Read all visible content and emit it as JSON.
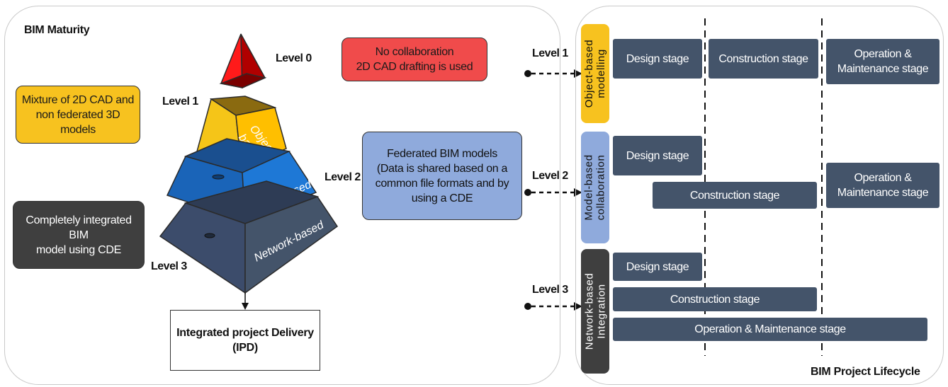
{
  "left_panel": {
    "title": "BIM Maturity",
    "levels": {
      "level0": "Level 0",
      "level1": "Level 1",
      "level2": "Level 2",
      "level3": "Level 3"
    },
    "pyramid": {
      "tier1": "Object based",
      "tier2": "Model-based",
      "tier3": "Network-based"
    },
    "boxes": {
      "no_collab": "No collaboration\n2D CAD drafting is used",
      "mixture": "Mixture of 2D CAD and\nnon federated 3D models",
      "federated": "Federated BIM models\n(Data is shared based on a\ncommon file formats and by\nusing a CDE",
      "integrated": "Completely integrated BIM\nmodel using CDE",
      "ipd": "Integrated project Delivery\n(IPD)"
    },
    "colors": {
      "red": "#f04b4b",
      "yellow": "#f7c21f",
      "blue_light": "#8faadc",
      "dark": "#3f3f3f",
      "pyramid_red": "#c00000",
      "pyramid_yellow": "#f5c518",
      "pyramid_blue": "#1e6fc4",
      "pyramid_navy": "#3c4c6b"
    }
  },
  "right_panel": {
    "title": "BIM Project Lifecycle",
    "arrow_labels": [
      "Level 1",
      "Level 2",
      "Level 3"
    ],
    "row1": {
      "tab": "Object-based\nmodelling",
      "design": "Design stage",
      "construction": "Construction stage",
      "operation": "Operation &\nMaintenance stage"
    },
    "row2": {
      "tab": "Model-based\ncollaboration",
      "design": "Design stage",
      "construction": "Construction stage",
      "operation": "Operation &\nMaintenance stage"
    },
    "row3": {
      "tab": "Network-based\nIntegration",
      "design": "Design stage",
      "construction": "Construction stage",
      "operation": "Operation & Maintenance stage"
    },
    "colors": {
      "stage": "#44546a",
      "tab1": "#f7c21f",
      "tab2": "#8faadc",
      "tab3": "#3f3f3f"
    }
  }
}
